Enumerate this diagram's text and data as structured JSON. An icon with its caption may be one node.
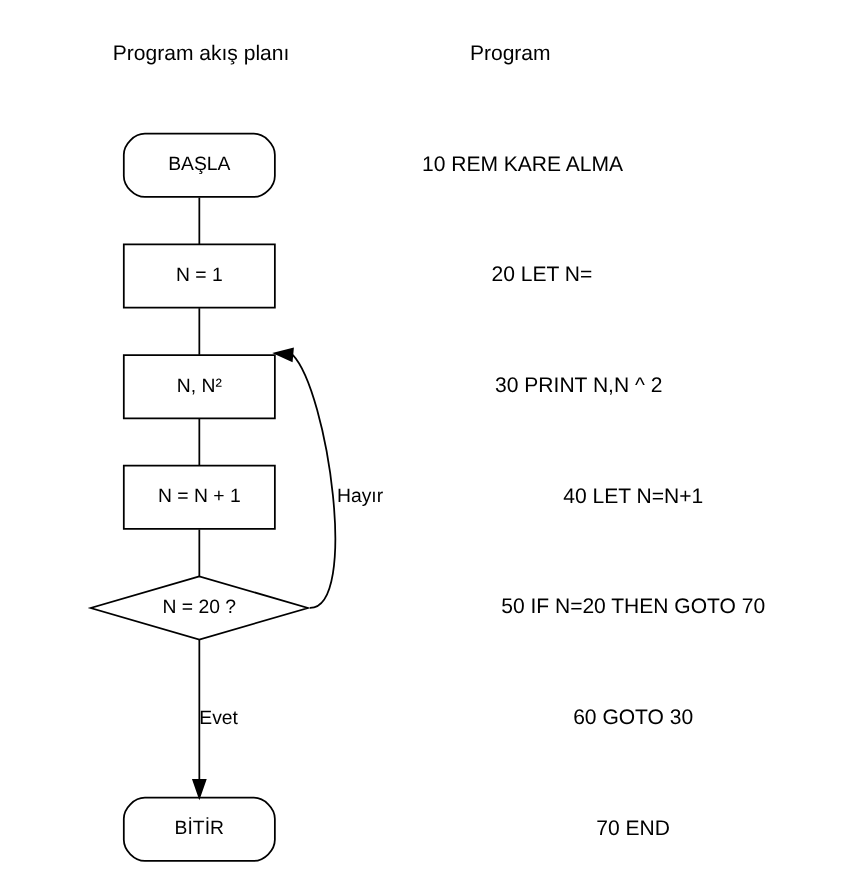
{
  "diagram": {
    "nodes": [
      {
        "text": [
          "BAŞLA"
        ]
      },
      {
        "text": [
          "N = 1"
        ]
      },
      {
        "text": [
          "N, N²"
        ]
      },
      {
        "text": [
          "N = N + 1"
        ]
      },
      {
        "text": [
          "N = 20 ?"
        ]
      },
      {
        "text": [
          "BİTİR"
        ]
      }
    ],
    "edges": [
      {
        "from": 0,
        "to": 1,
        "arrow": "none"
      },
      {
        "from": 1,
        "to": 2,
        "arrow": "none"
      },
      {
        "from": 2,
        "to": 3,
        "arrow": "none"
      },
      {
        "from": 3,
        "to": 4,
        "arrow": "none"
      },
      {
        "from": 4,
        "to": 2,
        "arrow": "to",
        "label": "Hayır"
      },
      {
        "from": 4,
        "to": 5,
        "arrow": "to",
        "label": "Evet"
      }
    ],
    "labels": [
      "Program akış planı",
      "Program",
      "10 REM KARE ALMA",
      "20 LET N=",
      "30 PRINT N,N ^ 2",
      "40 LET N=N+1",
      "50 IF N=20 THEN GOTO 70",
      "60 GOTO 30",
      "70 END"
    ]
  }
}
